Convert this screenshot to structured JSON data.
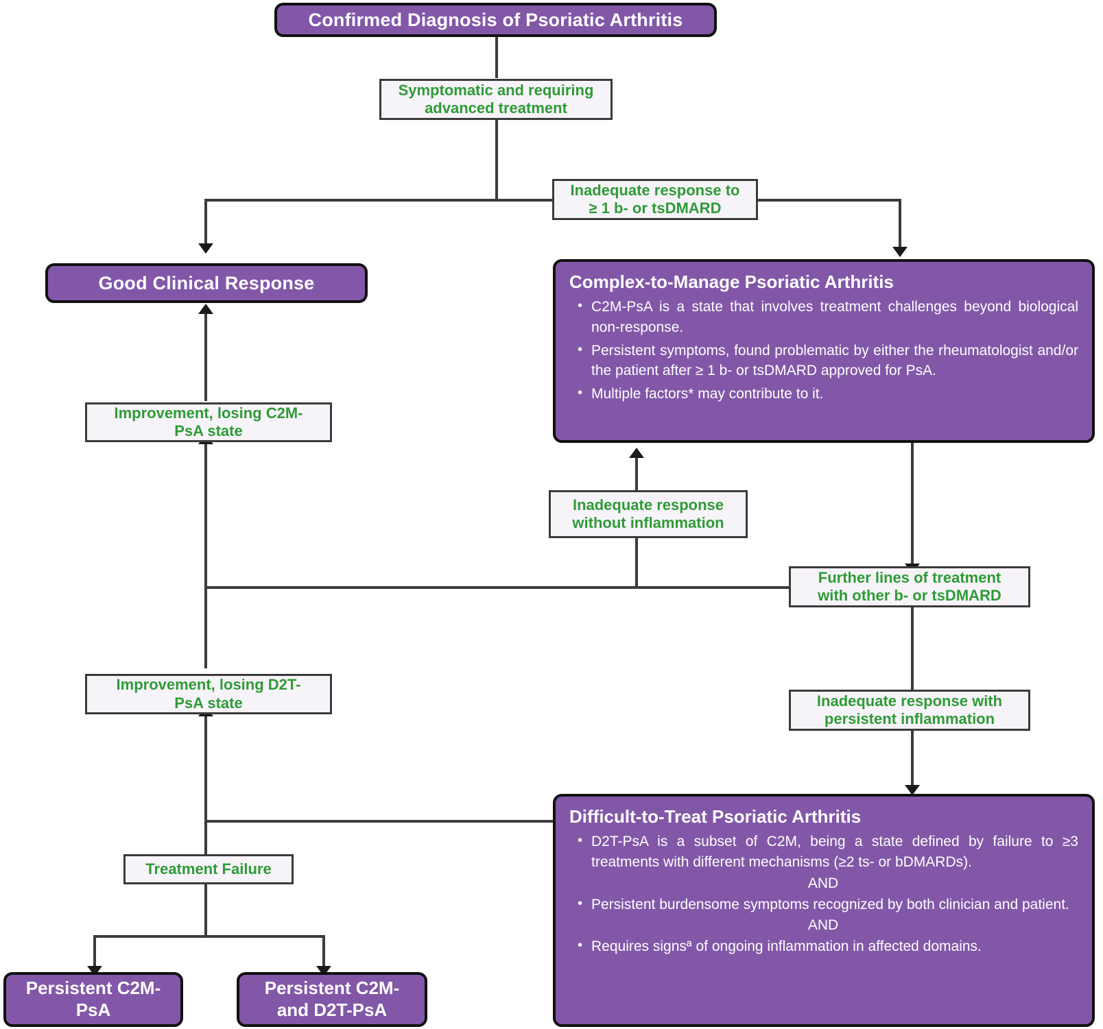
{
  "diagram": {
    "title": "Psoriatic Arthritis Treatment Pathway",
    "colors": {
      "box_purple": "#8257a8",
      "box_border": "#111111",
      "label_green": "#2e9b36",
      "label_background": "#f7f4f9",
      "connector": "#3c3c3c"
    }
  },
  "nodes": {
    "diagnosis": {
      "label": "Confirmed Diagnosis of  Psoriatic Arthritis"
    },
    "good_response": {
      "label": "Good Clinical Response"
    },
    "c2m": {
      "title": "Complex-to-Manage Psoriatic Arthritis",
      "bullets": [
        "C2M-PsA is a state that involves treatment challenges beyond biological non-response.",
        "Persistent symptoms, found problematic by either the rheumatologist and/or the patient after ≥ 1 b- or tsDMARD approved for PsA.",
        "Multiple factors* may contribute to it."
      ]
    },
    "d2t": {
      "title": "Difficult-to-Treat Psoriatic Arthritis",
      "bullet_1": "D2T-PsA is a subset of C2M, being a state defined by failure to ≥3 treatments with different mechanisms (≥2 ts- or bDMARDs).",
      "and_1": "AND",
      "bullet_2": "Persistent burdensome symptoms recognized by both clinician and patient.",
      "and_2": "AND",
      "bullet_3": "Requires signsª of ongoing inflammation in affected domains."
    },
    "persistent_c2m": {
      "line1": "Persistent C2M-",
      "line2": "PsA"
    },
    "persistent_c2m_d2t": {
      "line1": "Persistent C2M-",
      "line2": "and D2T-PsA"
    }
  },
  "edge_labels": {
    "symptomatic": {
      "line1": "Symptomatic and requiring",
      "line2": "advanced treatment"
    },
    "inadequate_response_1b": {
      "line1": "Inadequate response to",
      "line2": "≥ 1 b- or tsDMARD"
    },
    "improvement_losing_c2m": {
      "line1": "Improvement, losing C2M-",
      "line2": "PsA state"
    },
    "inadequate_without_inflammation": {
      "line1": "Inadequate response",
      "line2": "without  inflammation"
    },
    "further_lines": {
      "line1": "Further lines of treatment",
      "line2": "with other b- or tsDMARD"
    },
    "improvement_losing_d2t": {
      "line1": "Improvement, losing D2T-",
      "line2": "PsA state"
    },
    "inadequate_with_inflammation": {
      "line1": "Inadequate response with",
      "line2": "persistent inflammation"
    },
    "treatment_failure": {
      "line1": "Treatment Failure"
    }
  }
}
